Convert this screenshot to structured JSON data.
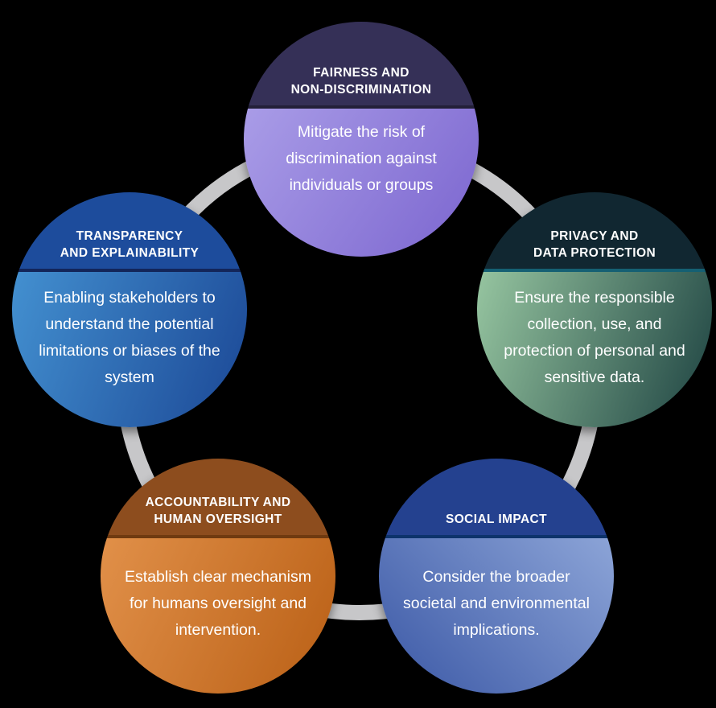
{
  "diagram": {
    "background": "#000000",
    "ring_color": "#c7c7c9",
    "text_color": "#ffffff",
    "nodes": [
      {
        "id": "fairness",
        "title": "FAIRNESS AND\nNON-DISCRIMINATION",
        "description": "Mitigate the risk of\ndiscrimination against\nindividuals or groups",
        "header_color": "#353057",
        "separator_color": "#232038",
        "body_gradient": {
          "angle": "125deg",
          "from": "#a99ce7",
          "to": "#7b65cf"
        }
      },
      {
        "id": "privacy",
        "title": "PRIVACY AND\nDATA PROTECTION",
        "description": "Ensure the responsible\ncollection, use, and\nprotection of personal and\nsensitive data.",
        "header_color": "#112731",
        "separator_color": "#156073",
        "body_gradient": {
          "angle": "110deg",
          "from": "#96c5a0",
          "to": "#1d4241"
        }
      },
      {
        "id": "transparency",
        "title": "TRANSPARENCY\nAND EXPLAINABILITY",
        "description": "Enabling stakeholders to\nunderstand the potential\nlimitations or biases of the\nsystem",
        "header_color": "#1d4c9c",
        "separator_color": "#13265a",
        "body_gradient": {
          "angle": "110deg",
          "from": "#4390d0",
          "to": "#1b4795"
        }
      },
      {
        "id": "accountability",
        "title": "ACCOUNTABILITY AND\nHUMAN OVERSIGHT",
        "description": "Establish clear mechanism\nfor humans oversight and\nintervention.",
        "header_color": "#8d4d1e",
        "separator_color": "#6f3a10",
        "body_gradient": {
          "angle": "115deg",
          "from": "#e19049",
          "to": "#b95f15"
        }
      },
      {
        "id": "social",
        "title": "SOCIAL IMPACT",
        "description": "Consider the broader\nsocietal and environmental\nimplications.",
        "header_color": "#24418f",
        "separator_color": "#0d336b",
        "body_gradient": {
          "angle": "225deg",
          "from": "#8ca4d7",
          "to": "#3a57a5"
        }
      }
    ]
  }
}
